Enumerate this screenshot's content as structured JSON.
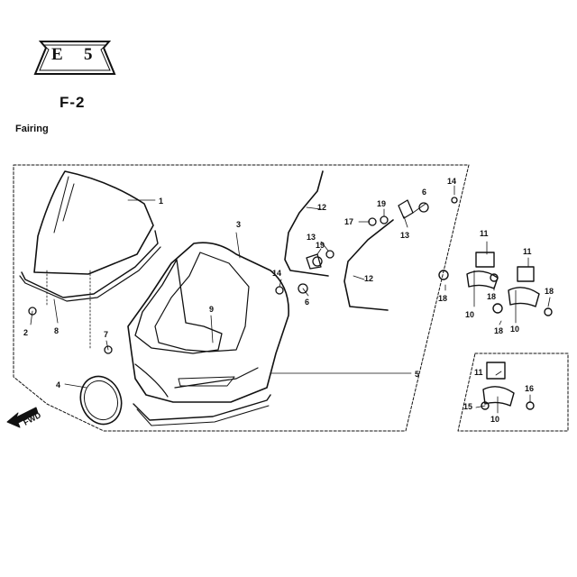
{
  "header": {
    "badge_left": "E",
    "badge_right": "5",
    "page_code": "F-2",
    "section_title": "Fairing"
  },
  "direction_label": "FWD",
  "callouts": [
    {
      "id": "c1",
      "text": "1"
    },
    {
      "id": "c2",
      "text": "2"
    },
    {
      "id": "c3",
      "text": "3"
    },
    {
      "id": "c4",
      "text": "4"
    },
    {
      "id": "c5",
      "text": "5"
    },
    {
      "id": "c6a",
      "text": "6"
    },
    {
      "id": "c6b",
      "text": "6"
    },
    {
      "id": "c7",
      "text": "7"
    },
    {
      "id": "c8",
      "text": "8"
    },
    {
      "id": "c9",
      "text": "9"
    },
    {
      "id": "c10a",
      "text": "10"
    },
    {
      "id": "c10b",
      "text": "10"
    },
    {
      "id": "c10c",
      "text": "10"
    },
    {
      "id": "c11a",
      "text": "11"
    },
    {
      "id": "c11b",
      "text": "11"
    },
    {
      "id": "c11c",
      "text": "11"
    },
    {
      "id": "c12a",
      "text": "12"
    },
    {
      "id": "c12b",
      "text": "12"
    },
    {
      "id": "c13a",
      "text": "13"
    },
    {
      "id": "c13b",
      "text": "13"
    },
    {
      "id": "c14a",
      "text": "14"
    },
    {
      "id": "c14b",
      "text": "14"
    },
    {
      "id": "c15",
      "text": "15"
    },
    {
      "id": "c16",
      "text": "16"
    },
    {
      "id": "c17",
      "text": "17"
    },
    {
      "id": "c18a",
      "text": "18"
    },
    {
      "id": "c18b",
      "text": "18"
    },
    {
      "id": "c18c",
      "text": "18"
    },
    {
      "id": "c18d",
      "text": "18"
    },
    {
      "id": "c19a",
      "text": "19"
    },
    {
      "id": "c19b",
      "text": "19"
    }
  ]
}
